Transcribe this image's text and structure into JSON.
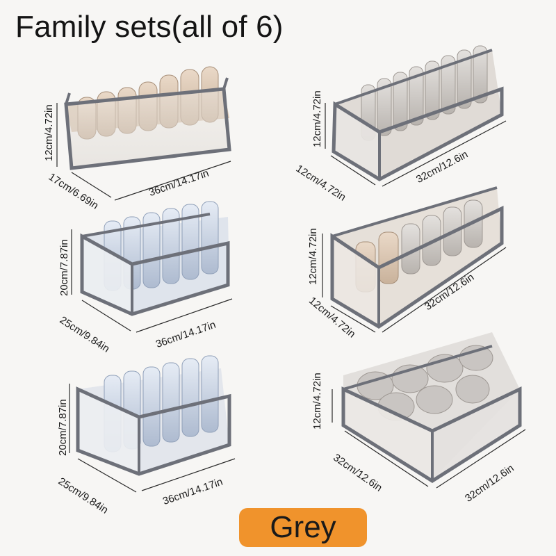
{
  "title": "Family sets(all of 6)",
  "color_badge": "Grey",
  "organizers": [
    {
      "name": "organizer-1",
      "height_label": "12cm/4.72in",
      "depth_label": "17cm/6.69in",
      "width_label": "36cm/14.17in"
    },
    {
      "name": "organizer-2",
      "height_label": "20cm/7.87in",
      "depth_label": "25cm/9.84in",
      "width_label": "36cm/14.17in"
    },
    {
      "name": "organizer-3",
      "height_label": "20cm/7.87in",
      "depth_label": "25cm/9.84in",
      "width_label": "36cm/14.17in"
    },
    {
      "name": "organizer-4",
      "height_label": "12cm/4.72in",
      "depth_label": "12cm/4.72in",
      "width_label": "32cm/12.6in"
    },
    {
      "name": "organizer-5",
      "height_label": "12cm/4.72in",
      "depth_label": "12cm/4.72in",
      "width_label": "32cm/12.6in"
    },
    {
      "name": "organizer-6",
      "height_label": "12cm/4.72in",
      "depth_label": "32cm/12.6in",
      "width_label": "32cm/12.6in"
    }
  ],
  "colors": {
    "background": "#f7f6f4",
    "badge": "#f0932c",
    "frame": "#6d7079",
    "mesh": "#e6e3df"
  }
}
